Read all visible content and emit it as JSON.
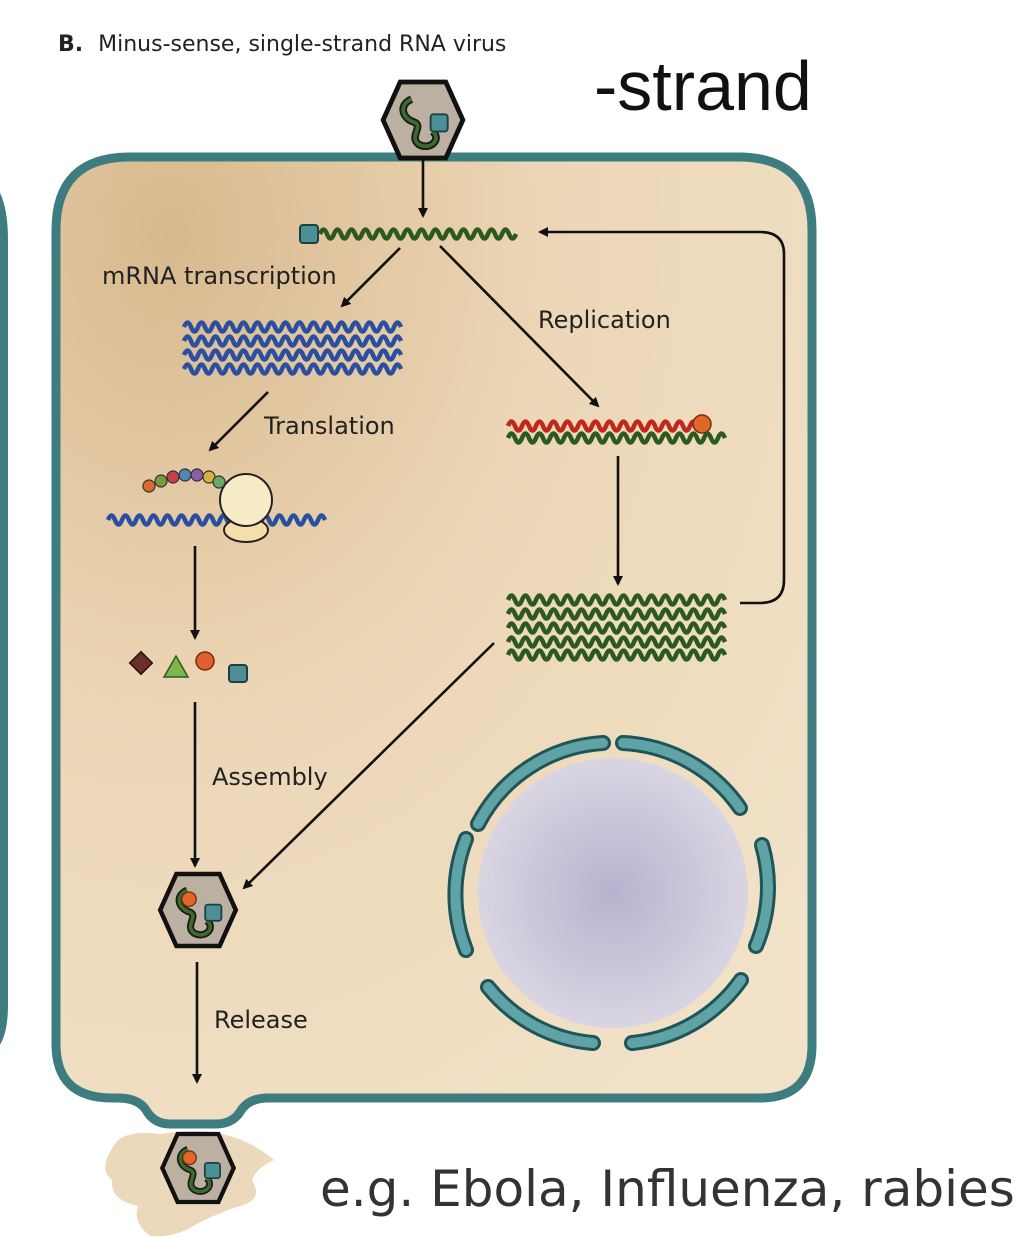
{
  "header": {
    "panel_letter": "B.",
    "panel_title": "Minus-sense, single-strand RNA virus",
    "strand_label": "-strand"
  },
  "steps": {
    "mrna_transcription": "mRNA transcription",
    "replication": "Replication",
    "translation": "Translation",
    "assembly": "Assembly",
    "release": "Release"
  },
  "examples": "e.g. Ebola, Influenza, rabies",
  "colors": {
    "cell_fill": "#ecd6b4",
    "cell_border": "#3d7d80",
    "minus_rna": "#2c5a1e",
    "plus_rna": "#c0281e",
    "mrna": "#2a4fa0",
    "nucleus_fill": "#c7c3d8",
    "arrow": "#111111"
  }
}
